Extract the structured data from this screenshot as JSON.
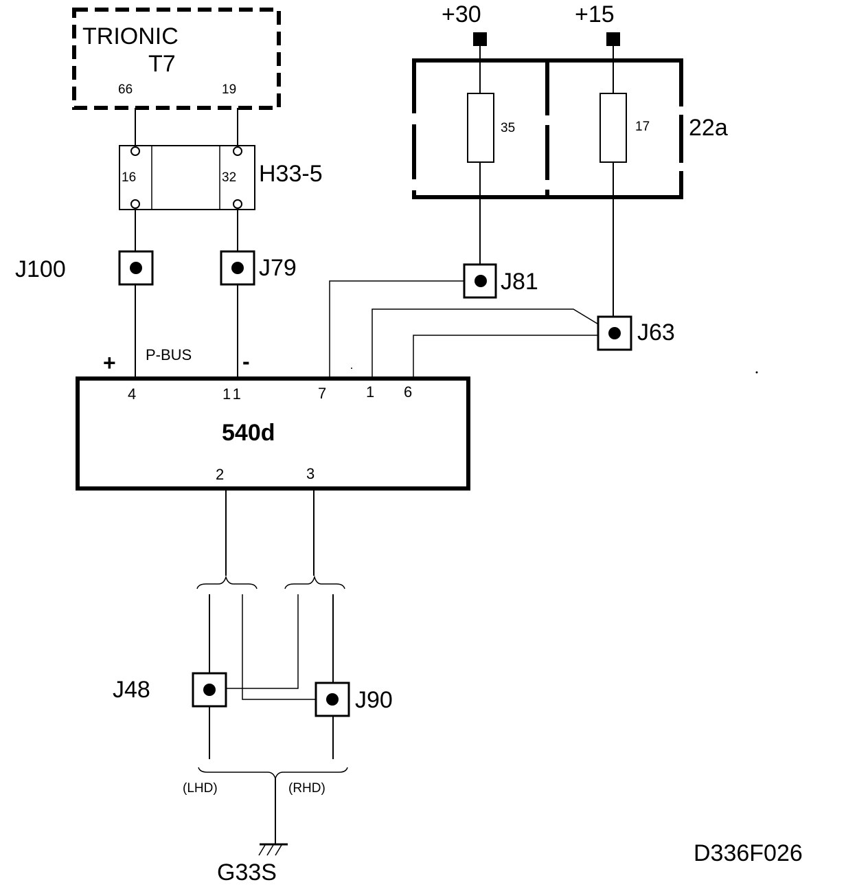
{
  "supply": {
    "plus30": "+30",
    "plus15": "+15"
  },
  "trionic": {
    "title": "TRIONIC",
    "model": "T7",
    "pin_a": "66",
    "pin_b": "19"
  },
  "h33": {
    "label": "H33-5",
    "pin_a": "16",
    "pin_b": "32"
  },
  "fusebox": {
    "label": "22a",
    "fuse_a": "35",
    "fuse_b": "17"
  },
  "junctions": {
    "j100": "J100",
    "j79": "J79",
    "j81": "J81",
    "j63": "J63",
    "j48": "J48",
    "j90": "J90"
  },
  "bus": {
    "plus": "+",
    "label": "P-BUS",
    "minus": "-"
  },
  "module": {
    "name": "540d",
    "pin4": "4",
    "pin11": "11",
    "pin7": "7",
    "pin1": "1",
    "pin6": "6",
    "pin2": "2",
    "pin3": "3"
  },
  "variants": {
    "lhd": "(LHD)",
    "rhd": "(RHD)"
  },
  "ground": "G33S",
  "doc_id": "D336F026"
}
